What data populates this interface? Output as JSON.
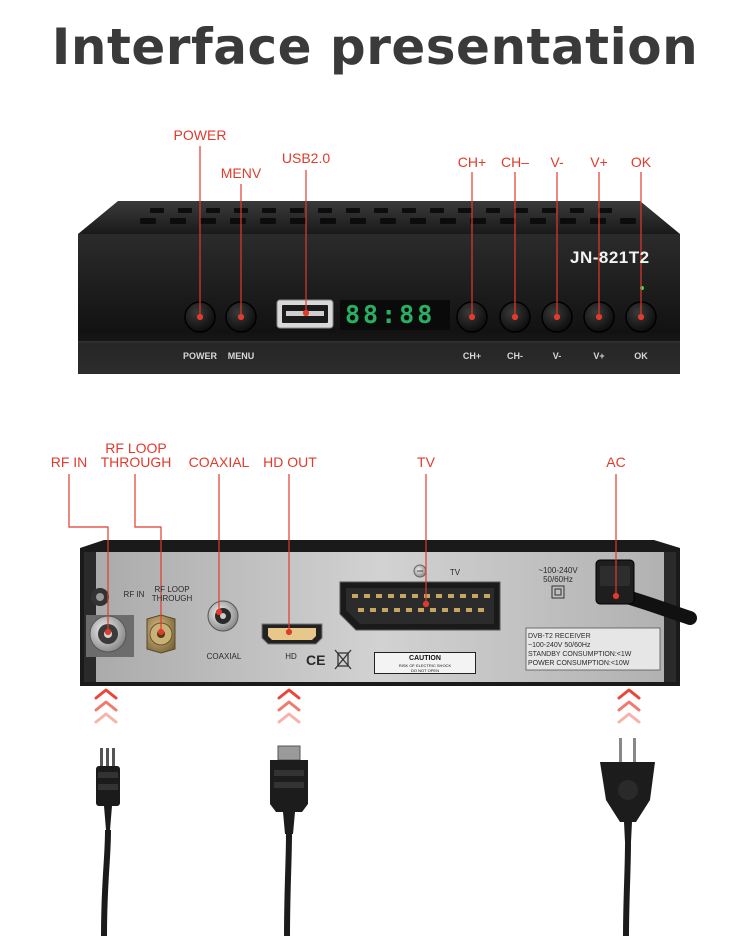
{
  "title": "Interface presentation",
  "front_callouts": {
    "power": "POWER",
    "menu": "MENV",
    "usb": "USB2.0",
    "ch_plus": "CH+",
    "ch_minus": "CH–",
    "v_minus": "V-",
    "v_plus": "V+",
    "ok": "OK"
  },
  "front_panel": {
    "model": "JN-821T2",
    "display_digits": "88:88",
    "button_labels": {
      "power": "POWER",
      "menu": "MENU",
      "ch_plus": "CH+",
      "ch_minus": "CH-",
      "v_minus": "V-",
      "v_plus": "V+",
      "ok": "OK"
    }
  },
  "rear_callouts": {
    "rf_in": "RF IN",
    "rf_loop_line1": "RF LOOP",
    "rf_loop_line2": "THROUGH",
    "coaxial": "COAXIAL",
    "hd_out": "HD OUT",
    "tv": "TV",
    "ac": "AC"
  },
  "rear_panel": {
    "rf_in": "RF IN",
    "rf_loop_line1": "RF LOOP",
    "rf_loop_line2": "THROUGH",
    "coaxial": "COAXIAL",
    "hd": "HD",
    "tv": "TV",
    "voltage_line1": "~100-240V",
    "voltage_line2": "50/60Hz",
    "ce": "CE",
    "caution_title": "CAUTION",
    "caution_line1": "RISK OF ELECTRIC SHOCK",
    "caution_line2": "DO NOT OPEN",
    "rating_lines": [
      "DVB-T2 RECEIVER",
      "~100-240V 50/60Hz",
      "STANDBY CONSUMPTION:<1W",
      "POWER CONSUMPTION:<10W"
    ]
  },
  "colors": {
    "callout": "#e23a2c",
    "led_display": "#2ecc71",
    "box_body": "#1c1c1c",
    "rear_panel": "#bcbcbc"
  }
}
